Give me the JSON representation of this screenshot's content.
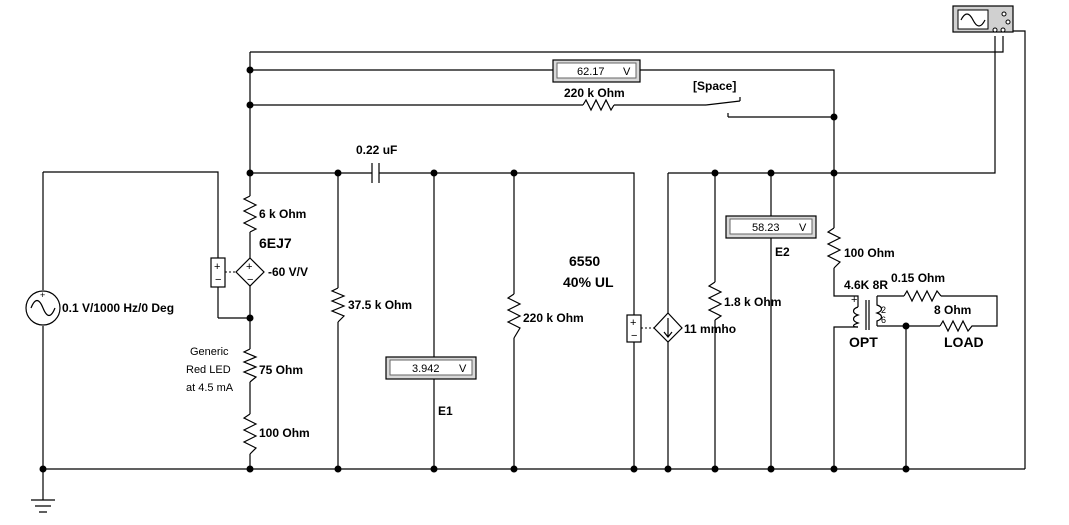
{
  "labels": {
    "source": "0.1 V/1000 Hz/0 Deg",
    "r_6k": "6 k Ohm",
    "tube1": "6EJ7",
    "gain": "-60 V/V",
    "led_line1": "Generic",
    "led_line2": "Red LED",
    "led_line3": "at 4.5 mA",
    "r_75": "75  Ohm",
    "r_100a": "100  Ohm",
    "cap": "0.22 uF",
    "r_37k": "37.5 k Ohm",
    "r_220k_grid": "220 k Ohm",
    "tube2": "6550",
    "ul": "40% UL",
    "transconductance": "11 mmho",
    "r_1k8": "1.8 k Ohm",
    "r_100b": "100  Ohm",
    "r_220k_fb": "220 k Ohm",
    "switch_key": "[Space]",
    "opt_ratio": "4.6K 8R",
    "opt": "OPT",
    "r_015": "0.15  Ohm",
    "r_8": "8  Ohm",
    "load": "LOAD",
    "tap_2": "2",
    "tap_6": "6",
    "plus": "+"
  },
  "meters": {
    "top": {
      "value": "62.17",
      "unit": "V"
    },
    "e1": {
      "value": "3.942",
      "unit": "V",
      "name": "E1"
    },
    "e2": {
      "value": "58.23",
      "unit": "V",
      "name": "E2"
    }
  }
}
